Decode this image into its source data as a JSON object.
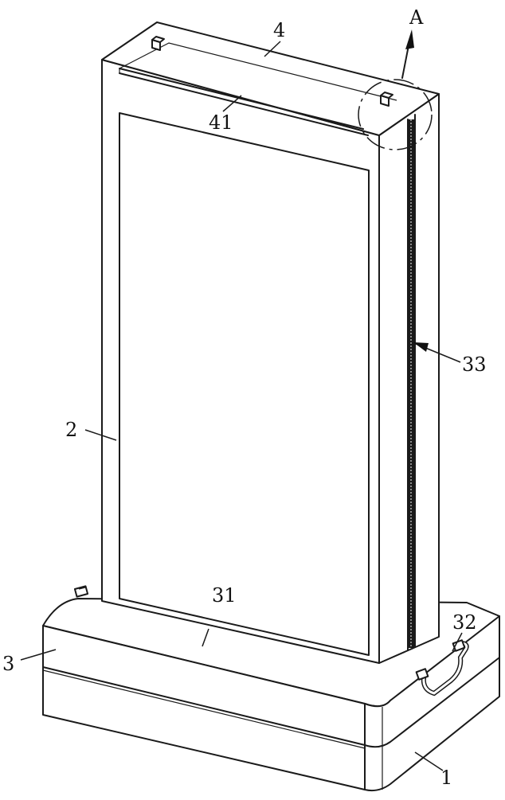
{
  "labels": {
    "A": "A",
    "n4": "4",
    "n41": "41",
    "n33": "33",
    "n2": "2",
    "n31": "31",
    "n32": "32",
    "n3": "3",
    "n1": "1"
  }
}
